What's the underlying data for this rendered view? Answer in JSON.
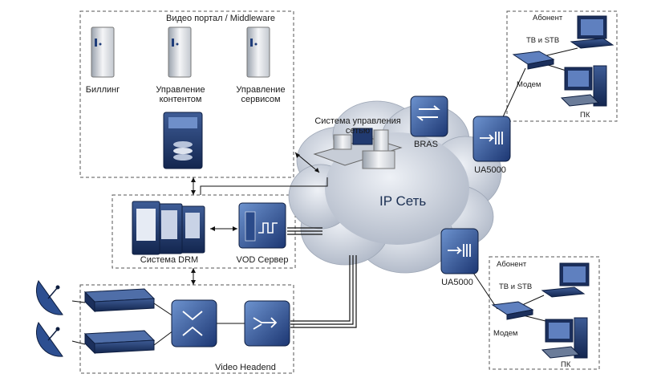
{
  "regions": {
    "video_portal": "Видео портал / Middleware",
    "drm": "Система DRM",
    "vod": "VOD Сервер",
    "headend": "Video Headend"
  },
  "portal": {
    "billing": "Биллинг",
    "content_mgmt": "Управление\nконтентом",
    "service_mgmt": "Управление\nсервисом"
  },
  "network": {
    "nms": "Система управления\nсетью",
    "bras": "BRAS",
    "cloud": "IP Сеть",
    "ua_top": "UA5000",
    "ua_bottom": "UA5000"
  },
  "subscriber_top": {
    "title": "Абонент",
    "tv": "ТВ и STB",
    "modem": "Модем",
    "pc": "ПК"
  },
  "subscriber_bottom": {
    "title": "Абонент",
    "tv": "ТВ и STB",
    "modem": "Модем",
    "pc": "ПК"
  },
  "colors": {
    "device_dark": "#1f3d7a",
    "device_light": "#5f86c4",
    "cloud": "#c5ccd8",
    "border": "#555555"
  }
}
